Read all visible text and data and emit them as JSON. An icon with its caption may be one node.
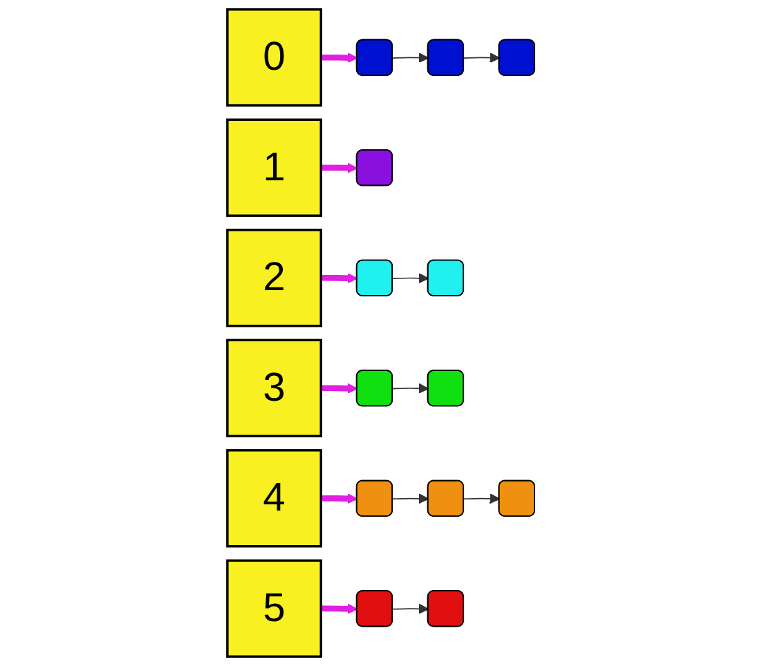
{
  "diagram": {
    "nodes": [
      {
        "text": [
          "0"
        ]
      },
      {
        "text": [],
        "shape": "box"
      },
      {
        "text": [],
        "shape": "box"
      },
      {
        "text": [],
        "shape": "box"
      },
      {
        "text": [
          "1"
        ]
      },
      {
        "text": [],
        "shape": "box"
      },
      {
        "text": [
          "2"
        ]
      },
      {
        "text": [],
        "shape": "box"
      },
      {
        "text": [],
        "shape": "box"
      },
      {
        "text": [
          "3"
        ]
      },
      {
        "text": [],
        "shape": "box"
      },
      {
        "text": [],
        "shape": "box"
      },
      {
        "text": [
          "4"
        ]
      },
      {
        "text": [],
        "shape": "box"
      },
      {
        "text": [],
        "shape": "box"
      },
      {
        "text": [],
        "shape": "box"
      },
      {
        "text": [
          "5"
        ]
      },
      {
        "text": [],
        "shape": "box"
      },
      {
        "text": [],
        "shape": "box"
      }
    ],
    "edges": [
      {
        "from": 0,
        "to": 1,
        "arrow": "to",
        "style": "thick",
        "color": "#e020e0"
      },
      {
        "from": 1,
        "to": 2,
        "arrow": "to"
      },
      {
        "from": 2,
        "to": 3,
        "arrow": "to"
      },
      {
        "from": 4,
        "to": 5,
        "arrow": "to",
        "style": "thick",
        "color": "#e020e0"
      },
      {
        "from": 6,
        "to": 7,
        "arrow": "to",
        "style": "thick",
        "color": "#e020e0"
      },
      {
        "from": 7,
        "to": 8,
        "arrow": "to"
      },
      {
        "from": 9,
        "to": 10,
        "arrow": "to",
        "style": "thick",
        "color": "#e020e0"
      },
      {
        "from": 10,
        "to": 11,
        "arrow": "to"
      },
      {
        "from": 12,
        "to": 13,
        "arrow": "to",
        "style": "thick",
        "color": "#e020e0"
      },
      {
        "from": 13,
        "to": 14,
        "arrow": "to"
      },
      {
        "from": 14,
        "to": 15,
        "arrow": "to"
      },
      {
        "from": 16,
        "to": 17,
        "arrow": "to",
        "style": "thick",
        "color": "#e020e0"
      },
      {
        "from": 17,
        "to": 18,
        "arrow": "to"
      }
    ]
  }
}
